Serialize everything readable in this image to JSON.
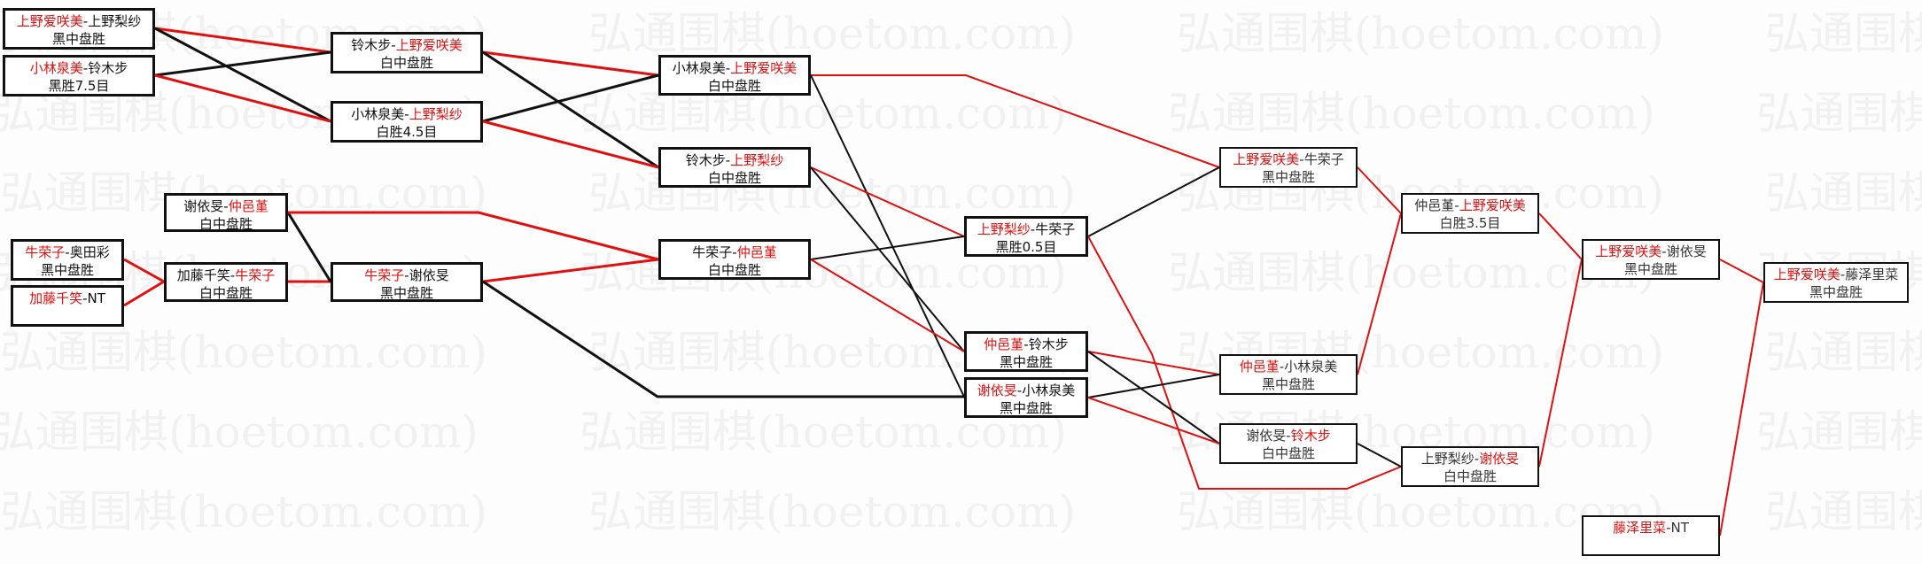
{
  "watermark": "弘通围棋(hoetom.com)",
  "colors": {
    "winner": "#e01010",
    "loser_line": "#111111",
    "winner_line": "#e01010"
  },
  "matches": [
    {
      "id": "r1a",
      "p1": "上野爱咲美",
      "sep": "-",
      "p2": "上野梨纱",
      "winner": "p1",
      "result": "黑中盘胜"
    },
    {
      "id": "r1b",
      "p1": "小林泉美",
      "sep": "-",
      "p2": "铃木步",
      "winner": "p1",
      "result": "黑胜7.5目"
    },
    {
      "id": "r1c",
      "p1": "牛荣子",
      "sep": "-",
      "p2": "奥田彩",
      "winner": "p1",
      "result": "黑中盘胜"
    },
    {
      "id": "r1d",
      "p1": "加藤千笑",
      "sep": "-",
      "p2": "NT",
      "winner": "p1",
      "result": ""
    },
    {
      "id": "r2a",
      "p1": "铃木步",
      "sep": "-",
      "p2": "上野爱咲美",
      "winner": "p2",
      "result": "白中盘胜"
    },
    {
      "id": "r2b",
      "p1": "小林泉美",
      "sep": "-",
      "p2": "上野梨纱",
      "winner": "p2",
      "result": "白胜4.5目"
    },
    {
      "id": "r2c",
      "p1": "谢依旻",
      "sep": "-",
      "p2": "仲邑堇",
      "winner": "p2",
      "result": "白中盘胜"
    },
    {
      "id": "r2d",
      "p1": "加藤千笑",
      "sep": "-",
      "p2": "牛荣子",
      "winner": "p2",
      "result": "白中盘胜"
    },
    {
      "id": "r3a",
      "p1": "牛荣子",
      "sep": "-",
      "p2": "谢依旻",
      "winner": "p1",
      "result": "黑中盘胜"
    },
    {
      "id": "r4a",
      "p1": "小林泉美",
      "sep": "-",
      "p2": "上野爱咲美",
      "winner": "p2",
      "result": "白中盘胜"
    },
    {
      "id": "r4b",
      "p1": "铃木步",
      "sep": "-",
      "p2": "上野梨纱",
      "winner": "p2",
      "result": "白中盘胜"
    },
    {
      "id": "r4c",
      "p1": "牛荣子",
      "sep": "-",
      "p2": "仲邑堇",
      "winner": "p2",
      "result": "白中盘胜"
    },
    {
      "id": "r5a",
      "p1": "上野梨纱",
      "sep": "-",
      "p2": "牛荣子",
      "winner": "p1",
      "result": "黑胜0.5目"
    },
    {
      "id": "r5b",
      "p1": "仲邑堇",
      "sep": "-",
      "p2": "铃木步",
      "winner": "p1",
      "result": "黑中盘胜"
    },
    {
      "id": "r5c",
      "p1": "谢依旻",
      "sep": "-",
      "p2": "小林泉美",
      "winner": "p1",
      "result": "黑中盘胜"
    },
    {
      "id": "r6a",
      "p1": "上野爱咲美",
      "sep": "-",
      "p2": "牛荣子",
      "winner": "p1",
      "result": "黑中盘胜"
    },
    {
      "id": "r6b",
      "p1": "仲邑堇",
      "sep": "-",
      "p2": "小林泉美",
      "winner": "p1",
      "result": "黑中盘胜"
    },
    {
      "id": "r6c",
      "p1": "谢依旻",
      "sep": "-",
      "p2": "铃木步",
      "winner": "p2",
      "result": "白中盘胜"
    },
    {
      "id": "r7a",
      "p1": "仲邑堇",
      "sep": "-",
      "p2": "上野爱咲美",
      "winner": "p2",
      "result": "白胜3.5目"
    },
    {
      "id": "r7b",
      "p1": "上野梨纱",
      "sep": "-",
      "p2": "谢依旻",
      "winner": "p2",
      "result": "白中盘胜"
    },
    {
      "id": "r8a",
      "p1": "上野爱咲美",
      "sep": "-",
      "p2": "谢依旻",
      "winner": "p1",
      "result": "黑中盘胜"
    },
    {
      "id": "r8b",
      "p1": "藤泽里菜",
      "sep": "-",
      "p2": "NT",
      "winner": "p1",
      "result": ""
    },
    {
      "id": "final",
      "p1": "上野爱咲美",
      "sep": "-",
      "p2": "藤泽里菜",
      "winner": "p1",
      "result": "黑中盘胜"
    }
  ]
}
